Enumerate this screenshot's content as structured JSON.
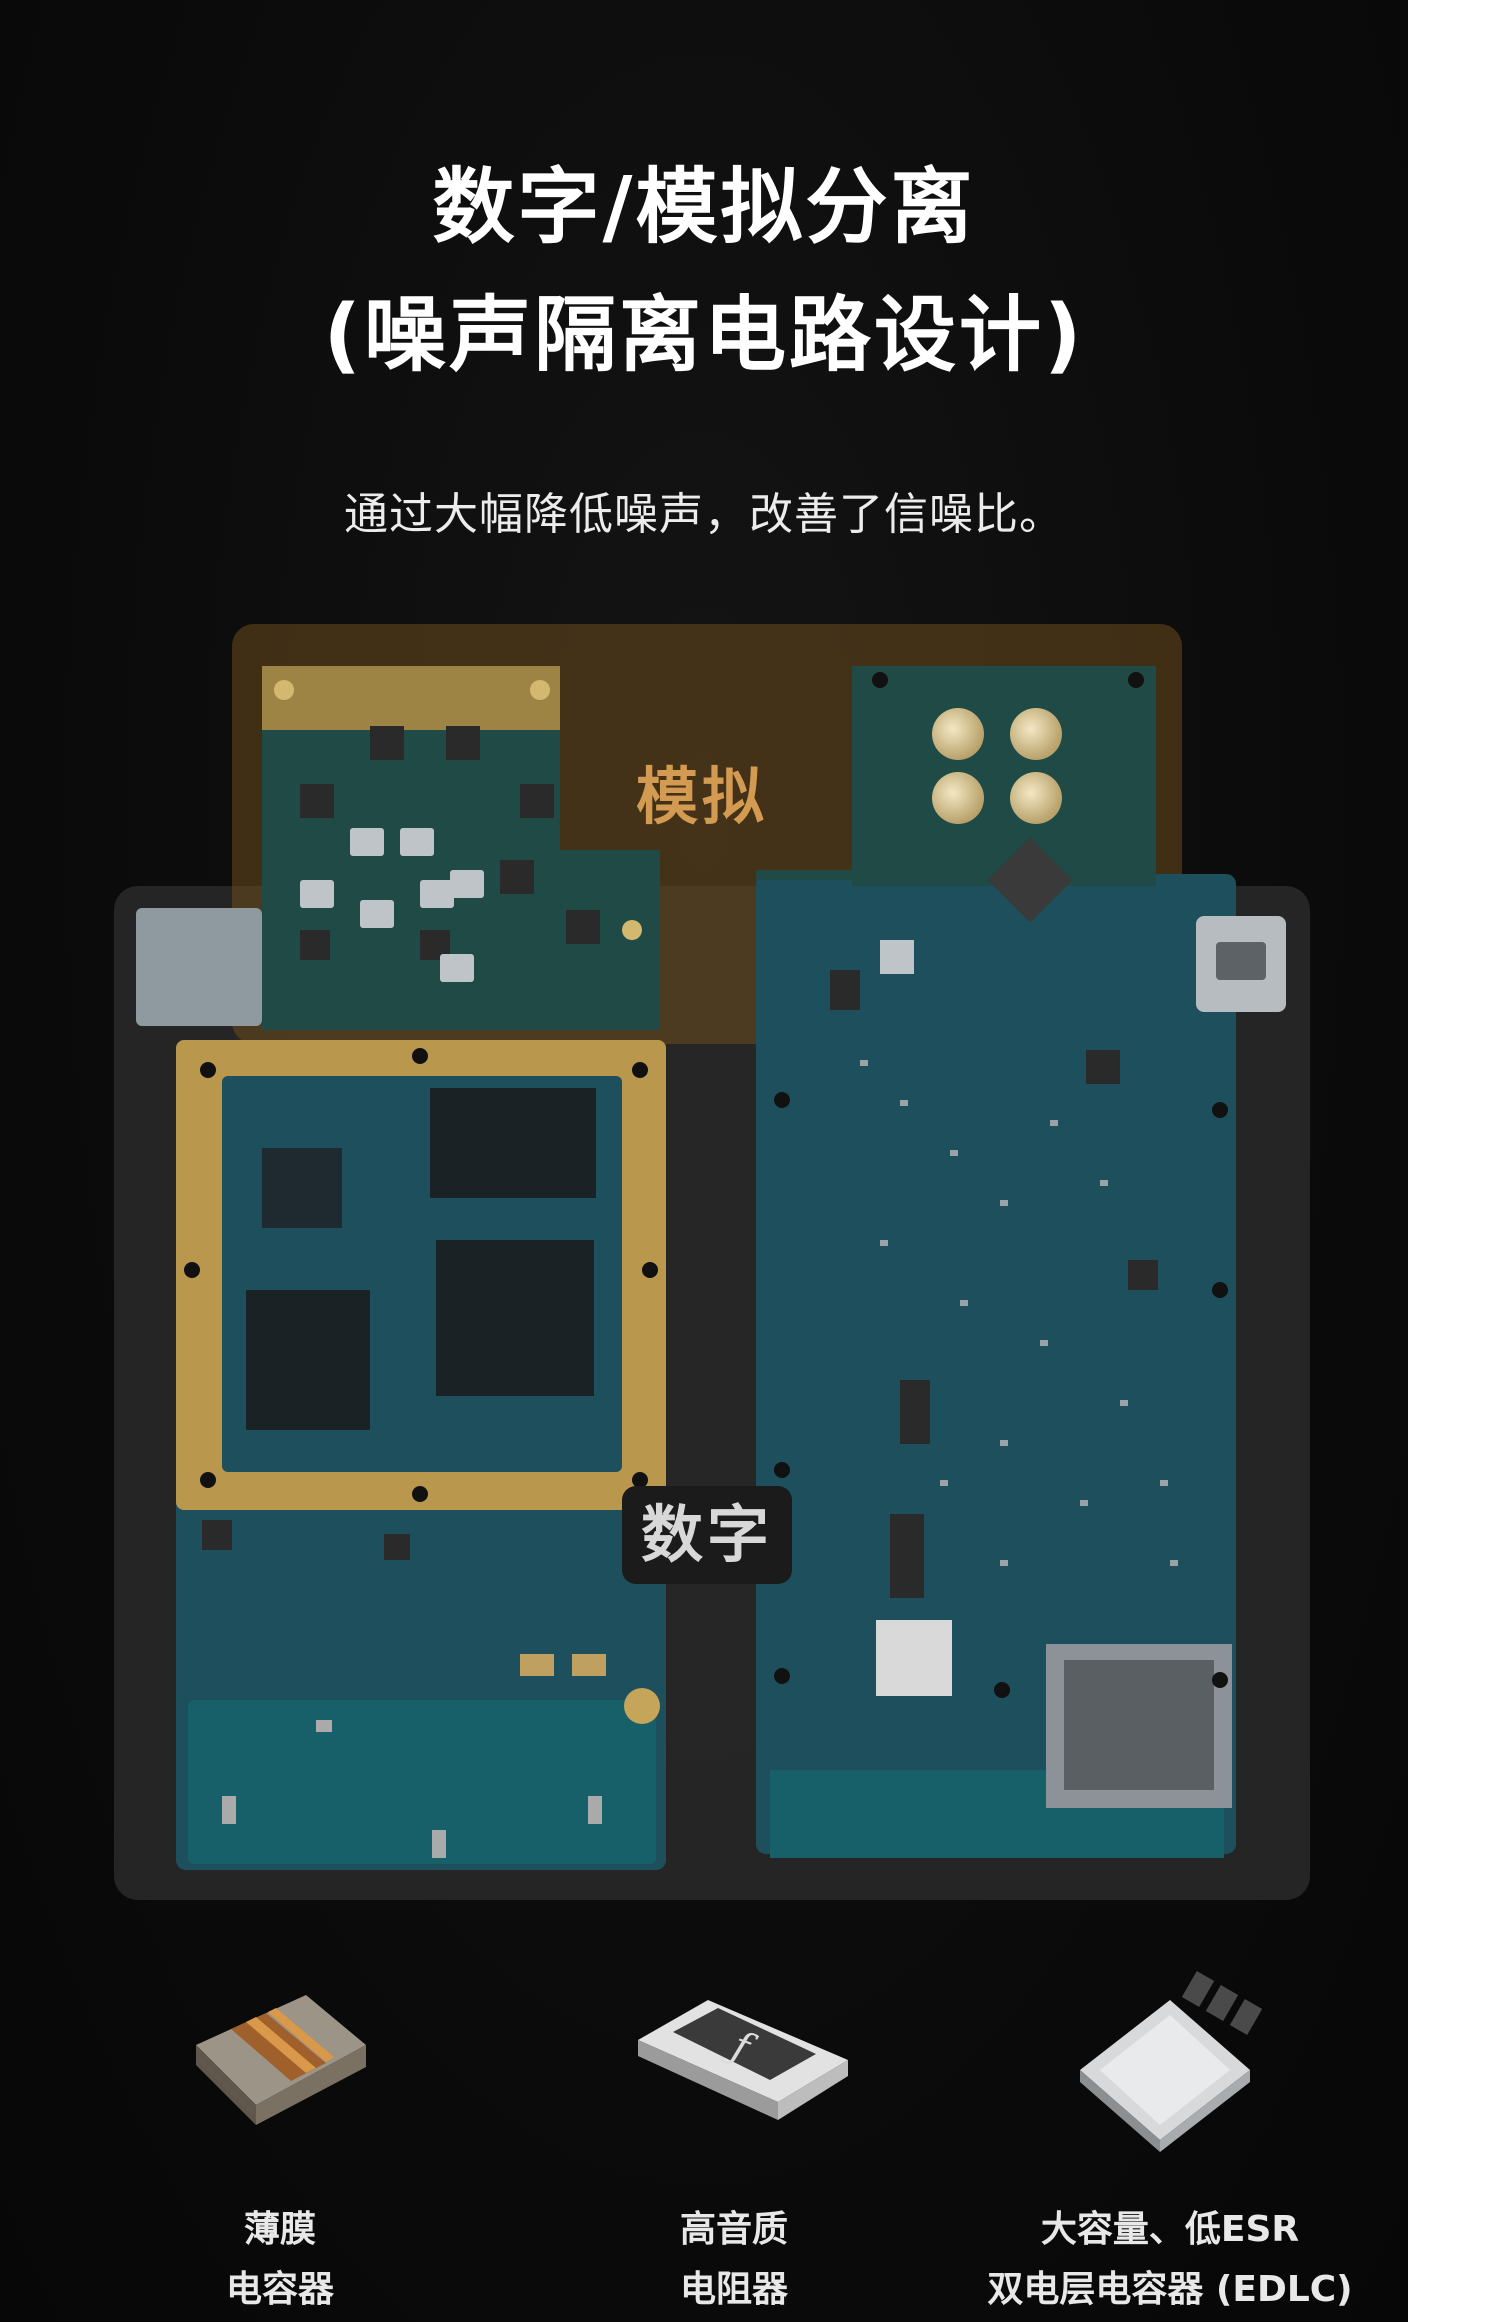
{
  "heading": {
    "line1": "数字/模拟分离",
    "line2": "(噪声隔离电路设计)"
  },
  "subtitle": "通过大幅降低噪声，改善了信噪比。",
  "zones": {
    "analog": "模拟",
    "digital": "数字"
  },
  "components": [
    {
      "line1": "薄膜",
      "line2": "电容器",
      "icon": "inductor-icon"
    },
    {
      "line1": "高音质",
      "line2": "电阻器",
      "icon": "resistor-icon"
    },
    {
      "line1": "大容量、低ESR",
      "line2": "双电层电容器 (EDLC)",
      "icon": "edlc-icon"
    }
  ],
  "colors": {
    "background": "#0b0b0b",
    "analog_overlay": "#d39b52",
    "pcb": "#1d4f5c",
    "gold_frame": "#b9984e"
  }
}
